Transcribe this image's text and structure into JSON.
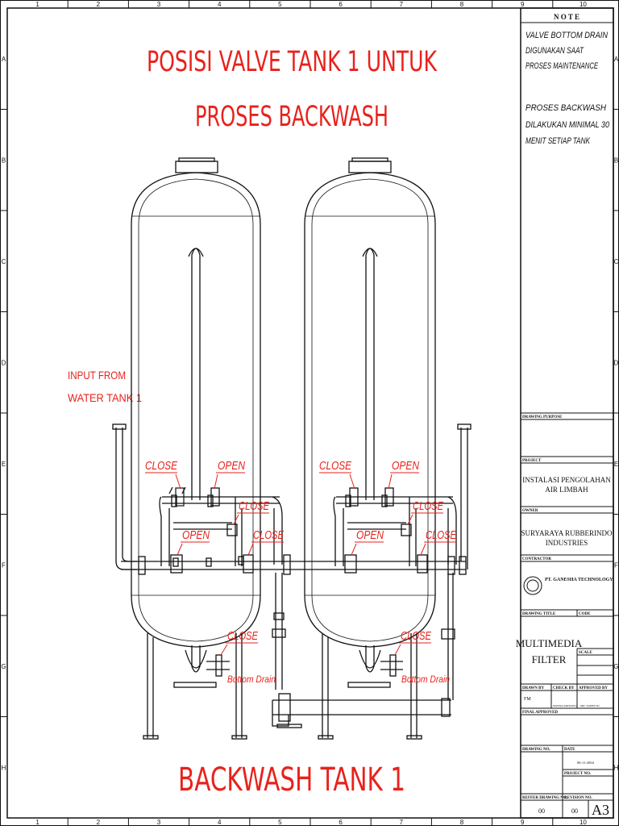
{
  "grid": {
    "columns": [
      "1",
      "2",
      "3",
      "4",
      "5",
      "6",
      "7",
      "8",
      "9",
      "10"
    ],
    "rows": [
      "A",
      "B",
      "C",
      "D",
      "E",
      "F",
      "G",
      "H"
    ]
  },
  "drawing": {
    "title_line1": "POSISI VALVE  TANK 1 UNTUK",
    "title_line2": "PROSES BACKWASH",
    "bottom_title": "BACKWASH TANK 1",
    "input_label_line1": "INPUT FROM",
    "input_label_line2": "WATER TANK 1",
    "tank1": {
      "valve_close_top": "CLOSE",
      "valve_open_top": "OPEN",
      "valve_close_right": "CLOSE",
      "valve_open_mid": "OPEN",
      "valve_close_mid": "CLOSE",
      "valve_close_bottom": "CLOSE",
      "drain_label": "Bottom Drain"
    },
    "tank2": {
      "valve_close_top": "CLOSE",
      "valve_open_top": "OPEN",
      "valve_close_right": "CLOSE",
      "valve_open_mid": "OPEN",
      "valve_close_mid": "CLOSE",
      "valve_close_bottom": "CLOSE",
      "drain_label": "Bottom Drain"
    }
  },
  "notes": {
    "header": "N O T E",
    "note1": [
      "VALVE BOTTOM DRAIN",
      "DIGUNAKAN SAAT",
      "PROSES MAINTENANCE"
    ],
    "note2": [
      "PROSES BACKWASH",
      "DILAKUKAN MINIMAL 30",
      "MENIT SETIAP TANK"
    ]
  },
  "title_block": {
    "drawing_purpose_label": "DRAWING PURPOSE",
    "project_label": "PROJECT",
    "project_line1": "INSTALASI PENGOLAHAN",
    "project_line2": "AIR LIMBAH",
    "owner_label": "OWNER",
    "owner_line1": "SURYARAYA RUBBERINDO",
    "owner_line2": "INDUSTRIES",
    "contractor_label": "CONTRACTOR",
    "contractor_name": "PT. GANESHA TECHNOLOGY",
    "drawing_title_label": "DRAWING TITLE",
    "code_label": "CODE",
    "drawing_title_line1": "MULTIMEDIA",
    "drawing_title_line2": "FILTER",
    "scale_label": "SCALE",
    "drawn_by_label": "DRAWN BY",
    "check_by_label": "CHECK BY",
    "approved_by_label": "APPROVED BY",
    "drawn_by": "FM",
    "check_by": "DONNA KRISDIYO",
    "approved_by": "MIC SOEBYTO",
    "final_approved_label": "FINAL APPROVED",
    "drawing_no_label": "DRAWING NO.",
    "date_label": "DATE",
    "date": "06-11-2004",
    "project_no_label": "PROJECT NO.",
    "refer_drawing_label": "REFFER DRAWING NO.",
    "revision_label": "REVISION NO.",
    "refer_value": "00",
    "revision_value": "00",
    "sheet_size": "A3"
  }
}
